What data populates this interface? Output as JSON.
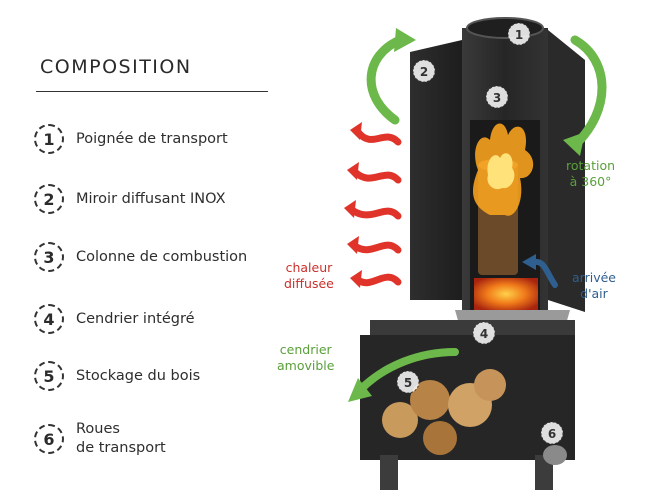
{
  "title": "COMPOSITION",
  "legend": [
    {
      "number": "1",
      "label": "Poignée de transport"
    },
    {
      "number": "2",
      "label": "Miroir diffusant INOX"
    },
    {
      "number": "3",
      "label": "Colonne de combustion"
    },
    {
      "number": "4",
      "label": "Cendrier intégré"
    },
    {
      "number": "5",
      "label": "Stockage du bois"
    },
    {
      "number": "6",
      "label": "Roues de transport",
      "line1": "Roues",
      "line2": "de transport"
    }
  ],
  "annotations": {
    "rotation": {
      "line1": "rotation",
      "line2": "à 360°"
    },
    "heat": {
      "line1": "chaleur",
      "line2": "diffusée"
    },
    "air": {
      "line1": "arrivée",
      "line2": "d'air"
    },
    "ash": {
      "line1": "cendrier",
      "line2": "amovible"
    }
  },
  "colors": {
    "green": "#5aa03a",
    "red": "#e0342b",
    "blue": "#2f5f8f",
    "metal": "#2c2c2c"
  }
}
